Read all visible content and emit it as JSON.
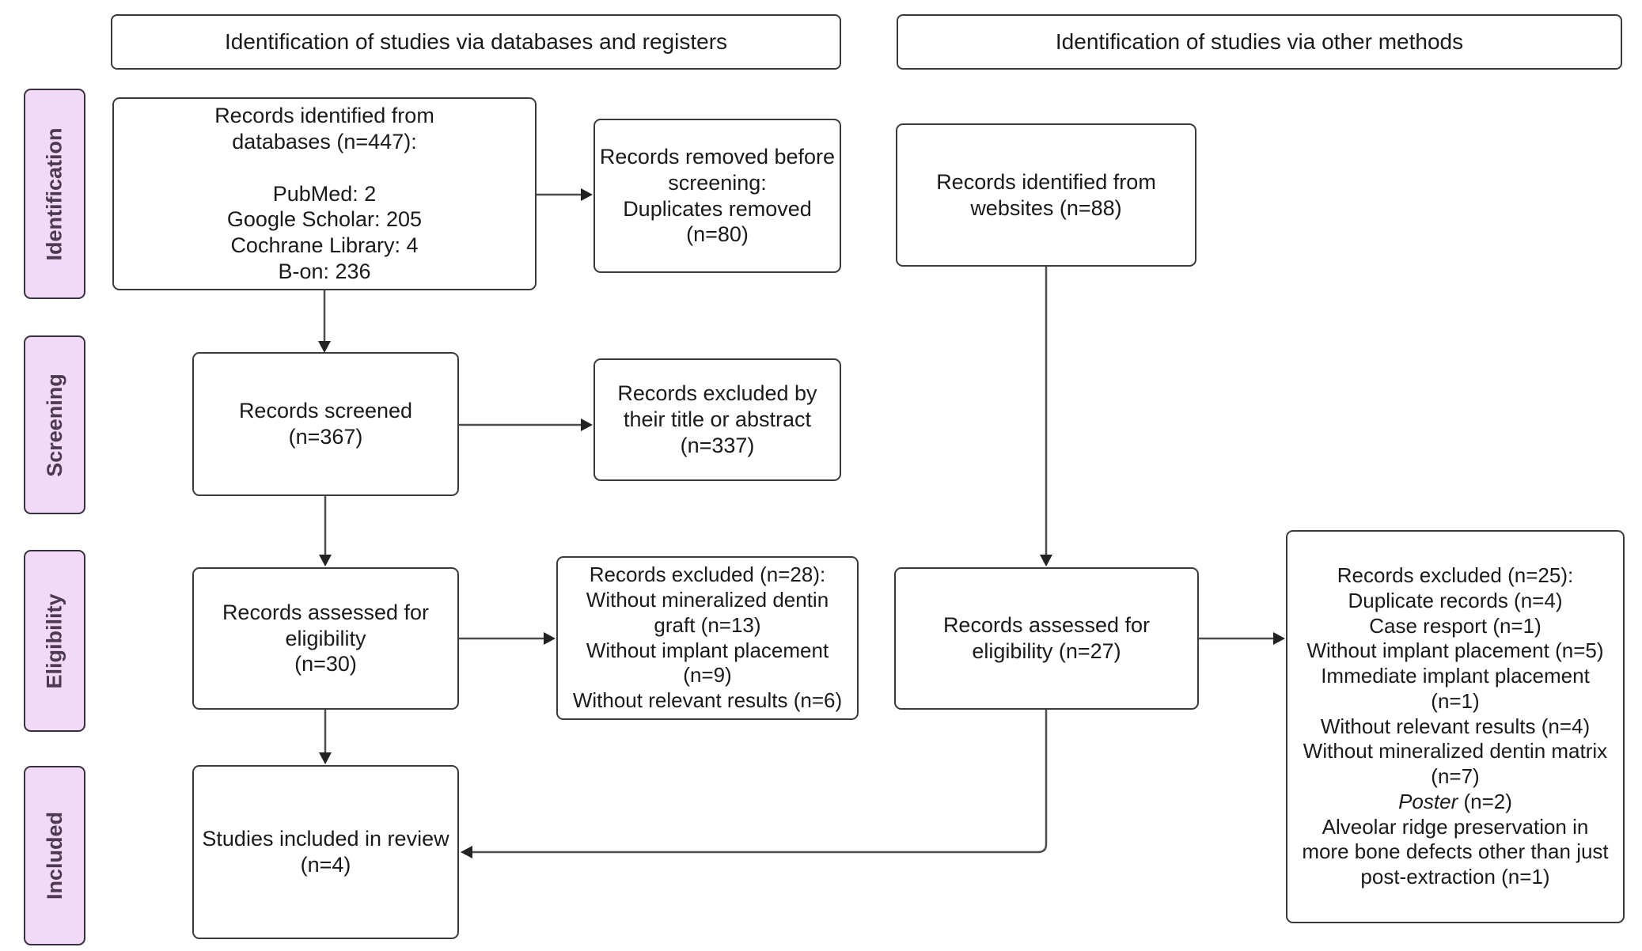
{
  "headers": {
    "left": "Identification of studies via databases and registers",
    "right": "Identification of studies via other methods"
  },
  "sidebar": {
    "labels": [
      "Identification",
      "Screening",
      "Eligibility",
      "Included"
    ],
    "fill_color": "#f2d9f7",
    "text_color": "#4c3a52"
  },
  "boxes": {
    "databases": {
      "lines": [
        "Records identified from",
        "databases (n=447):",
        "",
        "PubMed: 2",
        "Google Scholar: 205",
        "Cochrane Library: 4",
        "B-on: 236"
      ]
    },
    "removed_before_screening": {
      "lines": [
        "Records removed before",
        "screening:",
        "Duplicates removed",
        "(n=80)"
      ]
    },
    "websites": {
      "lines": [
        "Records identified from",
        "websites (n=88)"
      ]
    },
    "screened": {
      "lines": [
        "Records screened",
        "(n=367)"
      ]
    },
    "excluded_title_abstract": {
      "lines": [
        "Records excluded by",
        "their title or abstract",
        "(n=337)"
      ]
    },
    "assessed_databases": {
      "lines": [
        "Records assessed for",
        "eligibility",
        "(n=30)"
      ]
    },
    "excluded_databases": {
      "lines": [
        "Records excluded (n=28):",
        "Without mineralized dentin",
        "graft (n=13)",
        "Without implant placement",
        "(n=9)",
        "Without relevant results (n=6)"
      ]
    },
    "assessed_other": {
      "lines": [
        "Records assessed for",
        "eligibility (n=27)"
      ]
    },
    "excluded_other": {
      "lines": [
        "Records excluded (n=25):",
        "Duplicate records (n=4)",
        "Case resport (n=1)",
        "Without implant placement (n=5)",
        "Immediate implant placement",
        "(n=1)",
        "Without relevant results (n=4)",
        "Without mineralized dentin matrix",
        "(n=7)",
        {
          "italic": "Poster",
          "text": " (n=2)"
        },
        "Alveolar ridge preservation in",
        "more bone defects other than just",
        "post-extraction (n=1)"
      ]
    },
    "included": {
      "lines": [
        "Studies included in review",
        "(n=4)"
      ]
    }
  },
  "arrow_color": "#4d4d4d"
}
